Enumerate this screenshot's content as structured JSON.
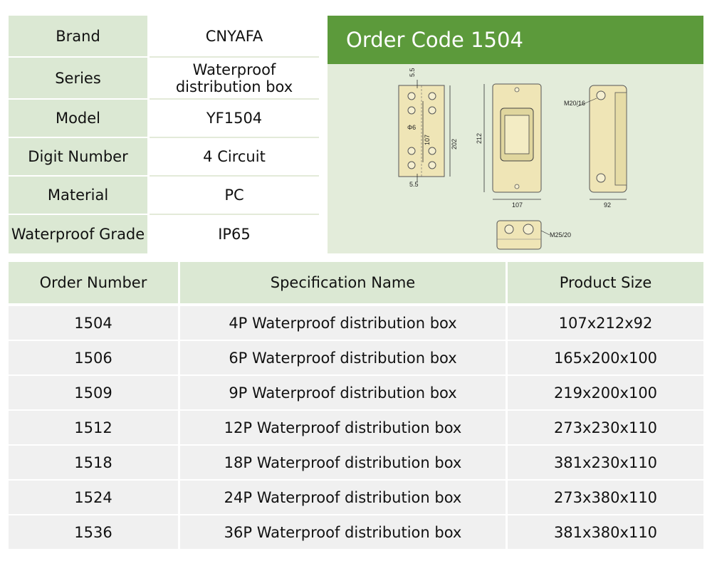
{
  "spec_table": {
    "rows": [
      {
        "label": "Brand",
        "value": "CNYAFA"
      },
      {
        "label": "Series",
        "value": "Waterproof distribution box"
      },
      {
        "label": "Model",
        "value": "YF1504"
      },
      {
        "label": "Digit Number",
        "value": "4 Circuit"
      },
      {
        "label": "Material",
        "value": "PC"
      },
      {
        "label": "Waterproof Grade",
        "value": "IP65"
      }
    ]
  },
  "order_panel": {
    "title": "Order Code 1504",
    "dims": {
      "d55_top": "5.5",
      "d55_bottom": "5.5",
      "phi6": "Φ6",
      "d107_v": "107",
      "d202": "202",
      "d212": "212",
      "d107_h": "107",
      "m2016": "M20/16",
      "d92": "92",
      "m2520": "M25/20"
    }
  },
  "list_table": {
    "headers": [
      "Order Number",
      "Specification Name",
      "Product Size"
    ],
    "rows": [
      {
        "order": "1504",
        "spec": "4P Waterproof distribution box",
        "size": "107x212x92"
      },
      {
        "order": "1506",
        "spec": "6P Waterproof distribution box",
        "size": "165x200x100"
      },
      {
        "order": "1509",
        "spec": "9P Waterproof distribution box",
        "size": "219x200x100"
      },
      {
        "order": "1512",
        "spec": "12P Waterproof distribution box",
        "size": "273x230x110"
      },
      {
        "order": "1518",
        "spec": "18P Waterproof distribution box",
        "size": "381x230x110"
      },
      {
        "order": "1524",
        "spec": "24P Waterproof distribution box",
        "size": "273x380x110"
      },
      {
        "order": "1536",
        "spec": "36P Waterproof distribution box",
        "size": "381x380x110"
      }
    ]
  }
}
